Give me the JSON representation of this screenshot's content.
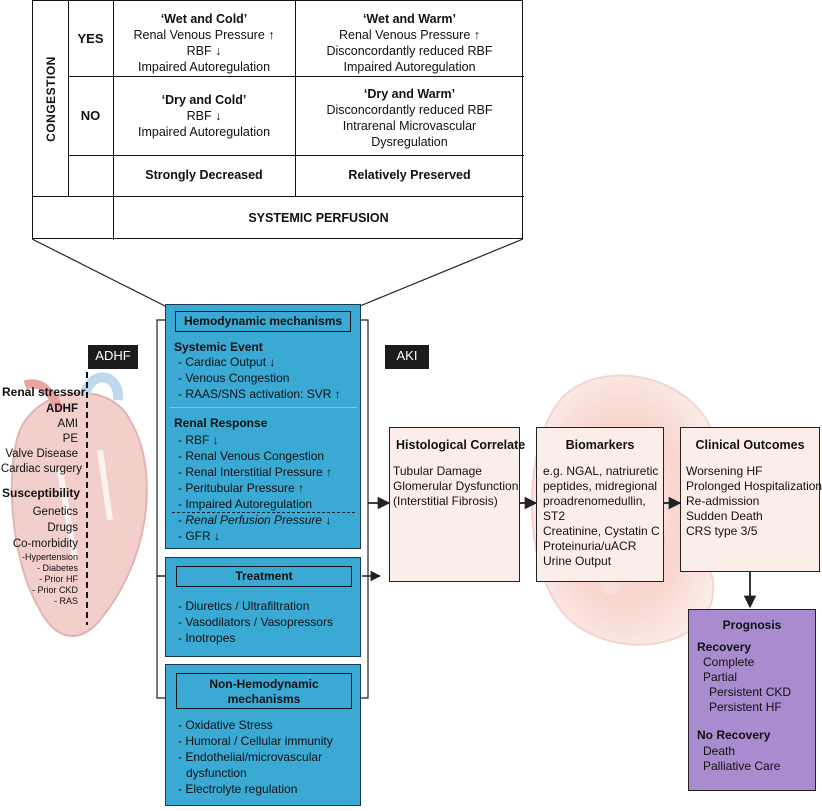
{
  "congestion_table": {
    "axis_label": "CONGESTION",
    "row_yes": "YES",
    "row_no": "NO",
    "wet_cold": {
      "title": "‘Wet and Cold’",
      "lines": [
        "Renal Venous Pressure ↑",
        "RBF ↓",
        "Impaired Autoregulation"
      ]
    },
    "wet_warm": {
      "title": "‘Wet and Warm’",
      "lines": [
        "Renal Venous Pressure ↑",
        "Disconcordantly reduced RBF",
        "Impaired Autoregulation"
      ]
    },
    "dry_cold": {
      "title": "‘Dry and Cold’",
      "lines": [
        "RBF ↓",
        "Impaired Autoregulation"
      ]
    },
    "dry_warm": {
      "title": "‘Dry and Warm’",
      "lines": [
        "Disconcordantly reduced RBF",
        "Intrarenal Microvascular",
        "Dysregulation"
      ]
    },
    "col_strong": "Strongly Decreased",
    "col_preserved": "Relatively Preserved",
    "perfusion_label": "SYSTEMIC PERFUSION"
  },
  "tags": {
    "adhf": "ADHF",
    "aki": "AKI"
  },
  "left_panel": {
    "stressor_title": "Renal stressor",
    "stressors": [
      "ADHF",
      "AMI",
      "PE",
      "Valve Disease",
      "Cardiac surgery"
    ],
    "susceptibility_title": "Susceptibility",
    "susceptibilities": [
      "Genetics",
      "Drugs",
      "Co-morbidity"
    ],
    "comorbidities": [
      "-Hypertension",
      "- Diabetes",
      "- Prior HF",
      "- Prior CKD",
      "- RAS"
    ]
  },
  "hemodynamic": {
    "header": "Hemodynamic mechanisms",
    "systemic_title": "Systemic Event",
    "systemic_items": [
      "- Cardiac Output ↓",
      "- Venous Congestion",
      "- RAAS/SNS activation: SVR ↑"
    ],
    "renal_title": "Renal Response",
    "renal_items": [
      "- RBF ↓",
      "- Renal Venous Congestion",
      "- Renal Interstitial Pressure ↑",
      "- Peritubular Pressure ↑",
      "- Impaired Autoregulation"
    ],
    "renal_italic_item": "- Renal Perfusion Pressure ↓",
    "renal_last_item": "- GFR ↓"
  },
  "treatment": {
    "header": "Treatment",
    "items": [
      "- Diuretics / Ultrafiltration",
      "- Vasodilators / Vasopressors",
      "- Inotropes"
    ]
  },
  "non_hemodynamic": {
    "header_line1": "Non-Hemodynamic",
    "header_line2": "mechanisms",
    "items": [
      "- Oxidative Stress",
      "- Humoral / Cellular immunity",
      "- Endothelial/microvascular",
      "dysfunction",
      "- Electrolyte regulation"
    ]
  },
  "histological": {
    "title": "Histological Correlate",
    "items": [
      "Tubular Damage",
      "Glomerular Dysfunction",
      "(Interstitial Fibrosis)"
    ]
  },
  "biomarkers": {
    "title": "Biomarkers",
    "items": [
      "e.g. NGAL, natriuretic",
      "peptides, midregional",
      "proadrenomedullin,",
      "ST2",
      "Creatinine, Cystatin C",
      "Proteinuria/uACR",
      "Urine Output"
    ]
  },
  "clinical": {
    "title": "Clinical Outcomes",
    "items": [
      "Worsening HF",
      "Prolonged Hospitalization",
      "Re-admission",
      "Sudden Death",
      "CRS type 3/5"
    ]
  },
  "prognosis": {
    "title": "Prognosis",
    "recovery_title": "Recovery",
    "recovery_items": [
      "Complete",
      "Partial"
    ],
    "partial_items": [
      "Persistent CKD",
      "Persistent HF"
    ],
    "no_recovery_title": "No Recovery",
    "no_recovery_items": [
      "Death",
      "Palliative Care"
    ]
  },
  "colors": {
    "blue": "#3aa9d3",
    "cream": "#fbeee8",
    "purple": "#a98bd0",
    "tag": "#1c1c1c",
    "heart_red": "#d9534f",
    "kidney_pink": "#f2a9a0"
  }
}
